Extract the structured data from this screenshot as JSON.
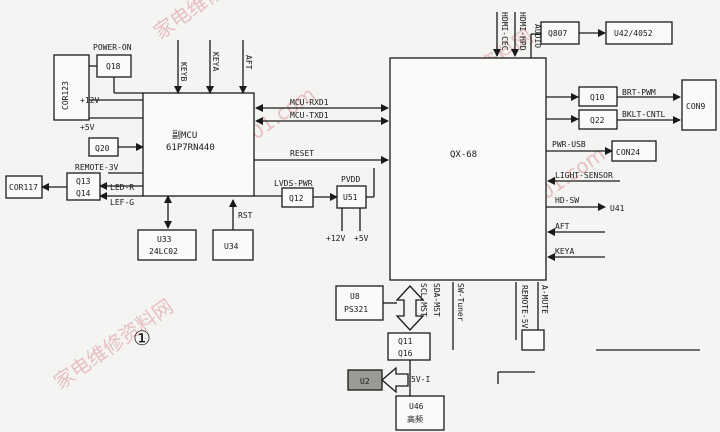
{
  "blocks": {
    "mcu": {
      "line1": "副MCU",
      "line2": "61P7RN440"
    },
    "soc": {
      "label": "QX-68"
    },
    "q18": "Q18",
    "cor123": "COR123",
    "q20": "Q20",
    "q13": "Q13",
    "q14": "Q14",
    "cor117": "COR117",
    "u33": {
      "line1": "U33",
      "line2": "24LC02"
    },
    "u34": "U34",
    "q12": "Q12",
    "u51": "U51",
    "q807": "Q807",
    "u42": "U42/4052",
    "q10": "Q10",
    "q22": "Q22",
    "con9": "CON9",
    "con24": "CON24",
    "u8": {
      "line1": "U8",
      "line2": "PS321"
    },
    "q11q16": {
      "line1": "Q11",
      "line2": "Q16"
    },
    "u2": "U2",
    "u46": {
      "line1": "U46",
      "line2": "高频"
    }
  },
  "signals": {
    "power_on": "POWER-ON",
    "plus12v": "+12V",
    "plus5v": "+5V",
    "remote3v": "REMOTE-3V",
    "led_r": "LED-R",
    "lef_g": "LEF-G",
    "keyb": "KEYB",
    "keya": "KEYA",
    "aft": "AFT",
    "mcu_rxd1": "MCU-RXD1",
    "mcu_txd1": "MCU-TXD1",
    "reset": "RESET",
    "lvds_pwr": "LVDS-PWR",
    "pvdd": "PVDD",
    "plus12v_b": "+12V",
    "plus5v_b": "+5V",
    "rst": "RST",
    "hdmi_cec": "HDMI-CEC",
    "hdmi_hpd": "HDMI-HPD",
    "audio": "AUDIO",
    "brt_pwm": "BRT-PWM",
    "bklt_cntl": "BKLT-CNTL",
    "pwr_usb": "PWR-USB",
    "light_sensor": "LIGHT-SENSOR",
    "hd_sw": "HD-SW",
    "u41": "U41",
    "aft_r": "AFT",
    "keya_r": "KEYA",
    "scl_mst": "SCL-MST",
    "sda_mst": "SDA-MST",
    "sw_tuner": "SW-Tuner",
    "remote5v": "REMOTE-5V",
    "a_mute": "A-MUTE",
    "five_v": "5V-I"
  },
  "figure_number": "①",
  "watermarks": [
    "家电维修资料网",
    "www.520101.com",
    "家电维修资料网",
    "www.520101.com",
    "家电维修资料网"
  ]
}
